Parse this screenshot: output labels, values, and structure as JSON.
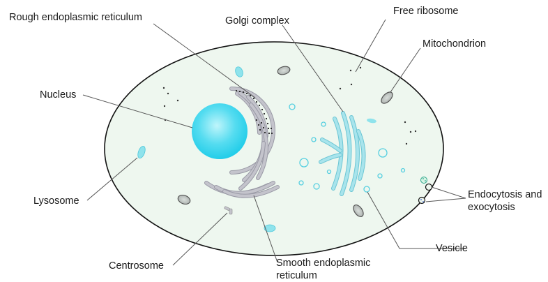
{
  "labels": {
    "rough_er": "Rough endoplasmic reticulum",
    "golgi": "Golgi complex",
    "free_ribosome": "Free ribosome",
    "mitochondrion": "Mitochondrion",
    "nucleus": "Nucleus",
    "lysosome": "Lysosome",
    "centrosome": "Centrosome",
    "smooth_er_line1": "Smooth endoplasmic",
    "smooth_er_line2": "reticulum",
    "vesicle": "Vesicle",
    "endo_exo_line1": "Endocytosis and",
    "endo_exo_line2": "exocytosis"
  },
  "colors": {
    "cytoplasm": "#eef7ef",
    "membrane": "#111111",
    "nucleus": "#29d3ee",
    "organelle_cyan": "#8fe3ec",
    "er_grey": "#c4c4cc",
    "mitochondria": "#7a7a7a",
    "ribosome": "#333333"
  },
  "icons": [
    "cell-membrane",
    "nucleus",
    "rough-er",
    "smooth-er",
    "golgi-complex",
    "mitochondrion",
    "lysosome",
    "centrosome",
    "vesicle",
    "free-ribosome"
  ]
}
